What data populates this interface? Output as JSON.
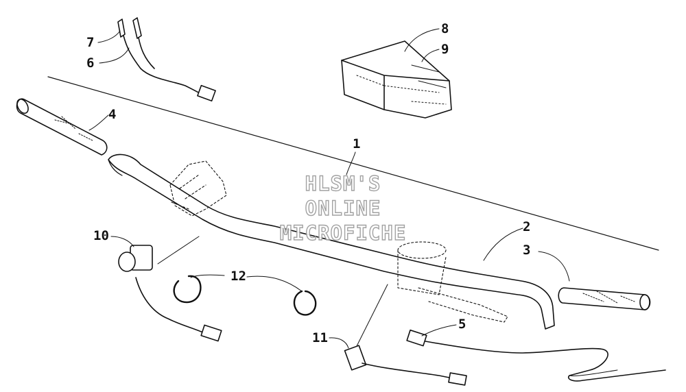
{
  "diagram": {
    "watermark": [
      "HLSM'S",
      "ONLINE",
      "MICROFICHE"
    ],
    "callouts": {
      "c1": "1",
      "c2": "2",
      "c3": "3",
      "c4": "4",
      "c5": "5",
      "c6": "6",
      "c7": "7",
      "c8": "8",
      "c9": "9",
      "c10": "10",
      "c11": "11",
      "c12": "12"
    }
  },
  "colors": {
    "ink": "#111111",
    "watermark_outline": "#9a9a9a",
    "background": "#ffffff"
  }
}
